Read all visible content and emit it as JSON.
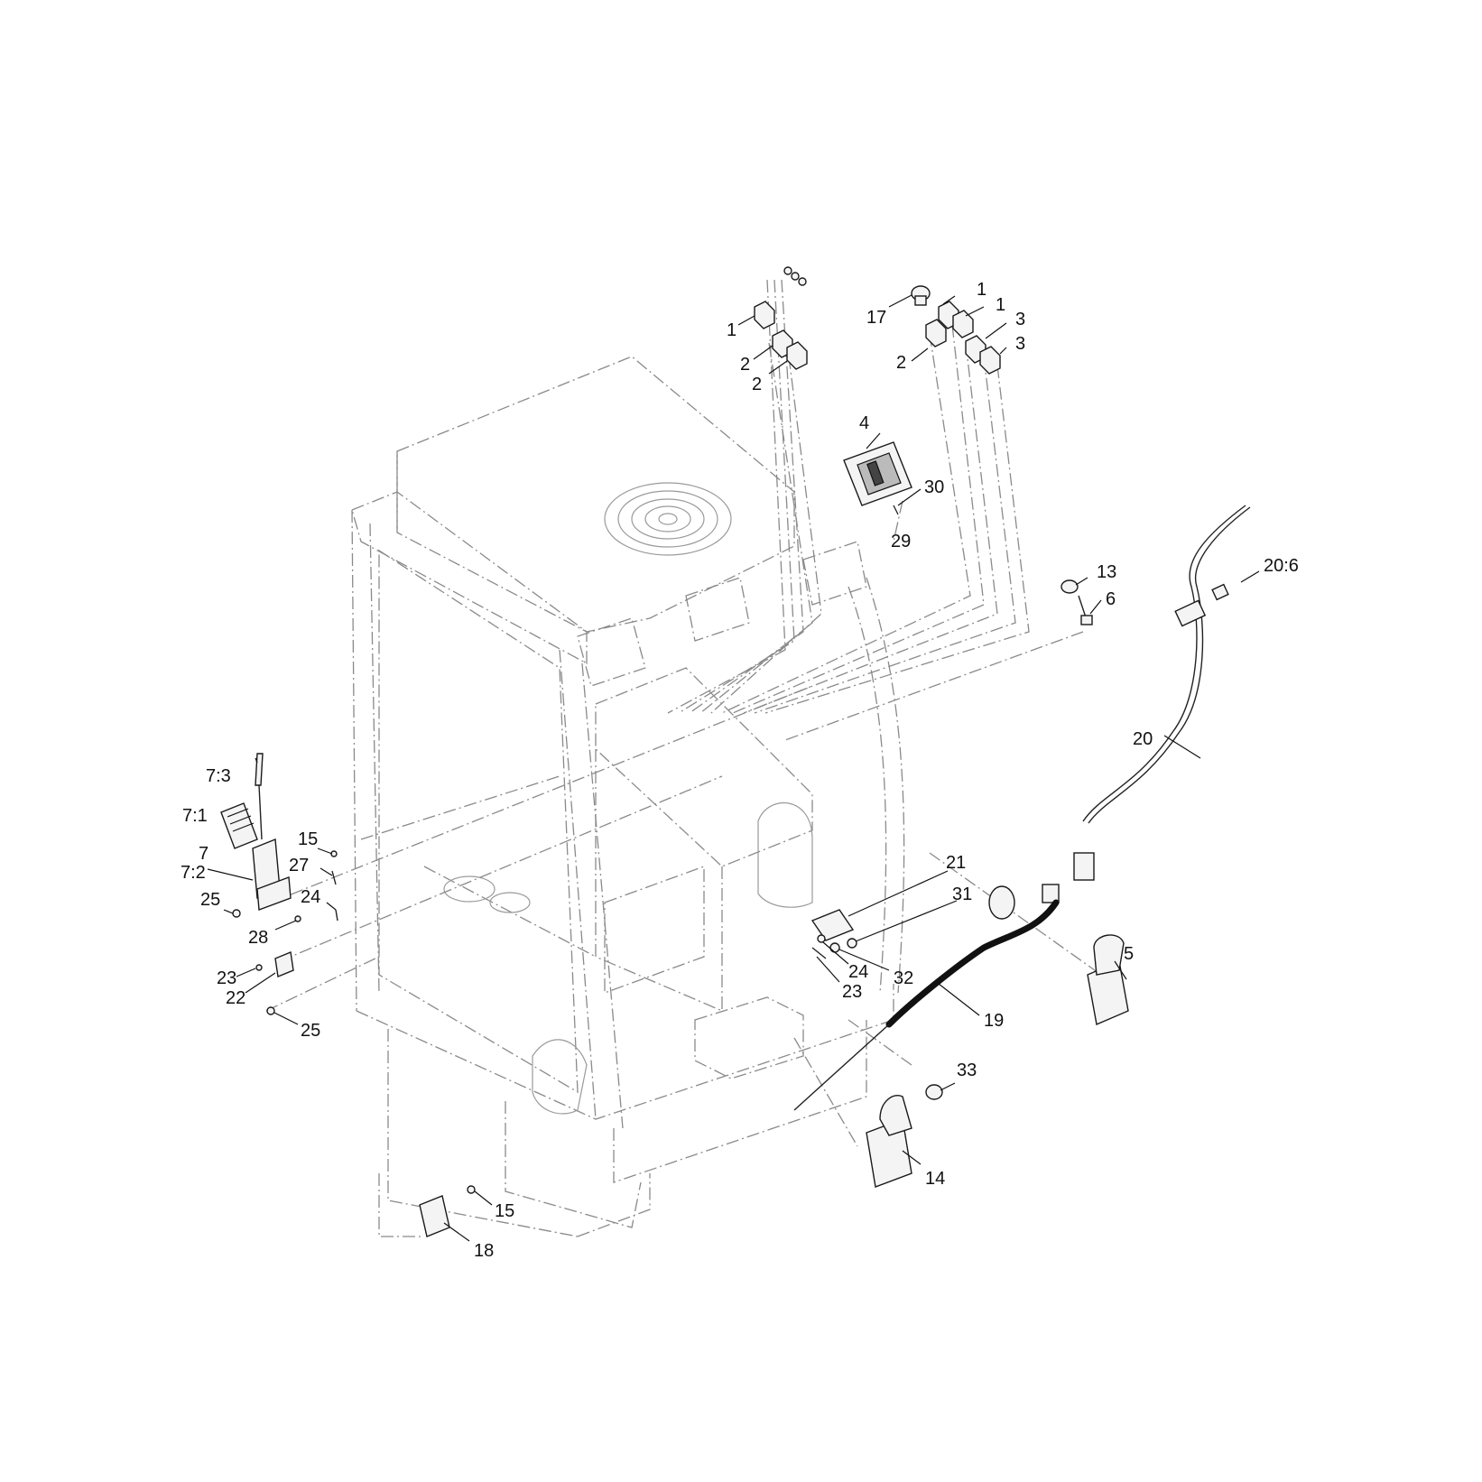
{
  "callouts": [
    {
      "id": "c1a",
      "text": "1"
    },
    {
      "id": "c2a",
      "text": "2"
    },
    {
      "id": "c2b",
      "text": "2"
    },
    {
      "id": "c17",
      "text": "17"
    },
    {
      "id": "c1b",
      "text": "1"
    },
    {
      "id": "c1c",
      "text": "1"
    },
    {
      "id": "c3a",
      "text": "3"
    },
    {
      "id": "c3b",
      "text": "3"
    },
    {
      "id": "c2c",
      "text": "2"
    },
    {
      "id": "c4",
      "text": "4"
    },
    {
      "id": "c30",
      "text": "30"
    },
    {
      "id": "c29",
      "text": "29"
    },
    {
      "id": "c13",
      "text": "13"
    },
    {
      "id": "c6",
      "text": "6"
    },
    {
      "id": "c20_6",
      "text": "20:6"
    },
    {
      "id": "c20",
      "text": "20"
    },
    {
      "id": "c7_3",
      "text": "7:3"
    },
    {
      "id": "c7_1",
      "text": "7:1"
    },
    {
      "id": "c7",
      "text": "7"
    },
    {
      "id": "c7_2",
      "text": "7:2"
    },
    {
      "id": "c15a",
      "text": "15"
    },
    {
      "id": "c27",
      "text": "27"
    },
    {
      "id": "c24a",
      "text": "24"
    },
    {
      "id": "c25a",
      "text": "25"
    },
    {
      "id": "c28",
      "text": "28"
    },
    {
      "id": "c23a",
      "text": "23"
    },
    {
      "id": "c22",
      "text": "22"
    },
    {
      "id": "c25b",
      "text": "25"
    },
    {
      "id": "c21",
      "text": "21"
    },
    {
      "id": "c31",
      "text": "31"
    },
    {
      "id": "c24b",
      "text": "24"
    },
    {
      "id": "c32",
      "text": "32"
    },
    {
      "id": "c23b",
      "text": "23"
    },
    {
      "id": "c19",
      "text": "19"
    },
    {
      "id": "c5",
      "text": "5"
    },
    {
      "id": "c33",
      "text": "33"
    },
    {
      "id": "c14",
      "text": "14"
    },
    {
      "id": "c15b",
      "text": "15"
    },
    {
      "id": "c18",
      "text": "18"
    }
  ]
}
